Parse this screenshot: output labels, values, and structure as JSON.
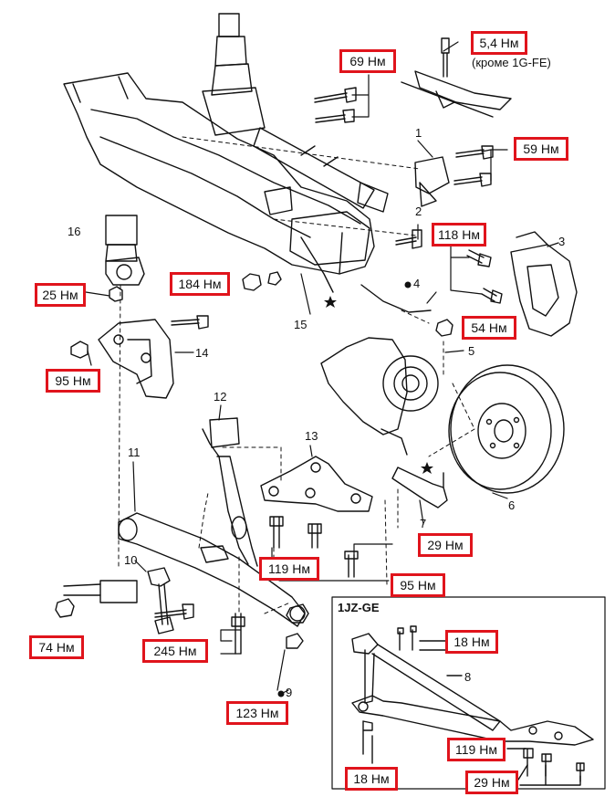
{
  "torques": {
    "t_5_4": "5,4 Нм",
    "t_69": "69 Нм",
    "t_59": "59 Нм",
    "t_118": "118 Нм",
    "t_184": "184 Нм",
    "t_25": "25 Нм",
    "t_54": "54 Нм",
    "t_95_left": "95 Нм",
    "t_29_center": "29 Нм",
    "t_119_center": "119 Нм",
    "t_95_center": "95 Нм",
    "t_74": "74 Нм",
    "t_245": "245 Нм",
    "t_123": "123 Нм",
    "t_18_top": "18 Нм",
    "t_119_inset": "119 Нм",
    "t_18_bottom": "18 Нм",
    "t_29_inset": "29 Нм"
  },
  "note_except": "(кроме 1G-FE)",
  "inset_title": "1JZ-GE",
  "part_numbers": {
    "n1": "1",
    "n2": "2",
    "n3": "3",
    "n4": "4",
    "n5": "5",
    "n6": "6",
    "n7": "7",
    "n8": "8",
    "n9": "9",
    "n10": "10",
    "n11": "11",
    "n12": "12",
    "n13": "13",
    "n14": "14",
    "n15": "15",
    "n16": "16"
  },
  "colors": {
    "label_border": "#e0141c",
    "line": "#111111"
  }
}
